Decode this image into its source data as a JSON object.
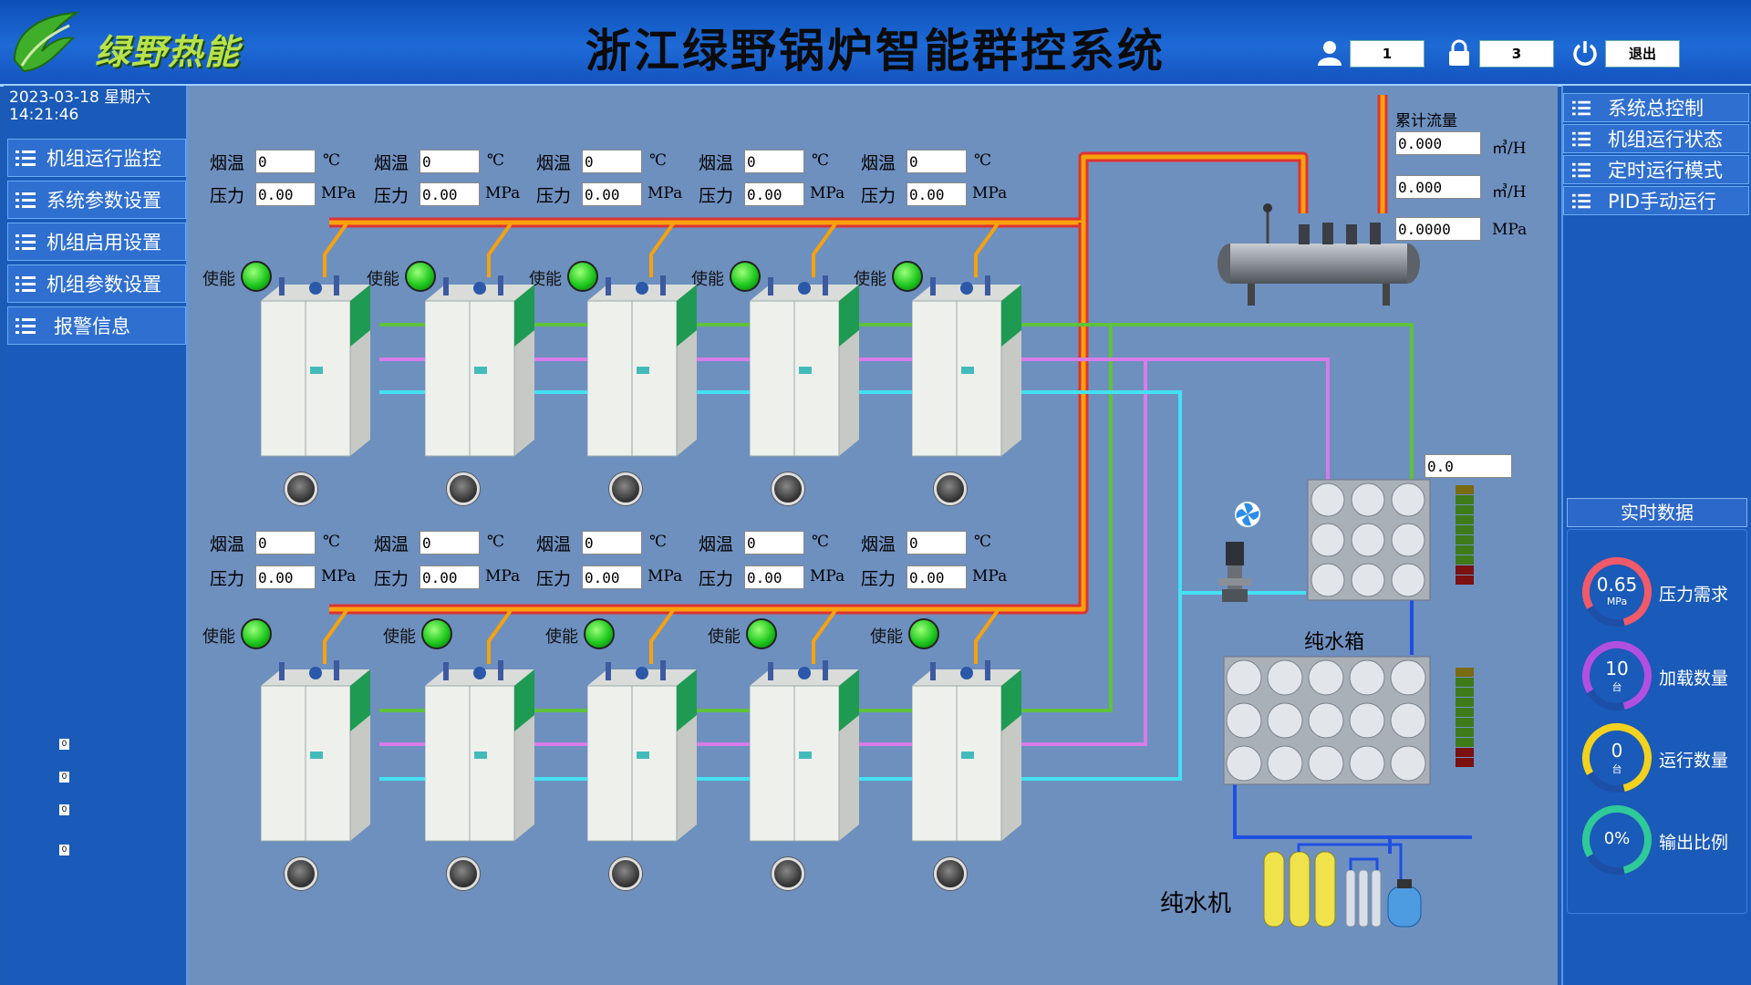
{
  "header": {
    "brand": "绿野热能",
    "title": "浙江绿野锅炉智能群控系统",
    "user_value": "1",
    "lock_value": "3",
    "exit_label": "退出"
  },
  "left": {
    "date": "2023-03-18 星期六",
    "time": "14:21:46",
    "nav": [
      "机组运行监控",
      "系统参数设置",
      "机组启用设置",
      "机组参数设置",
      "报警信息"
    ],
    "zeros": [
      "0",
      "0",
      "0",
      "0"
    ]
  },
  "right": {
    "nav": [
      "系统总控制",
      "机组运行状态",
      "定时运行模式",
      "PID手动运行"
    ],
    "realtime_title": "实时数据",
    "metrics": [
      {
        "value": "0.65",
        "unit": "MPa",
        "label": "压力需求",
        "color": "#f05a6a"
      },
      {
        "value": "10",
        "unit": "台",
        "label": "加载数量",
        "color": "#b14fe0"
      },
      {
        "value": "0",
        "unit": "台",
        "label": "运行数量",
        "color": "#f2d21e"
      },
      {
        "value": "0%",
        "unit": "",
        "label": "输出比例",
        "color": "#2fc99a"
      }
    ]
  },
  "labels": {
    "smoke": "烟温",
    "pressure": "压力",
    "temp_unit": "℃",
    "pressure_unit": "MPa",
    "enable": "使能"
  },
  "row1": [
    {
      "smoke": "0",
      "pressure": "0.00"
    },
    {
      "smoke": "0",
      "pressure": "0.00"
    },
    {
      "smoke": "0",
      "pressure": "0.00"
    },
    {
      "smoke": "0",
      "pressure": "0.00"
    },
    {
      "smoke": "0",
      "pressure": "0.00"
    }
  ],
  "row2": [
    {
      "smoke": "0",
      "pressure": "0.00"
    },
    {
      "smoke": "0",
      "pressure": "0.00"
    },
    {
      "smoke": "0",
      "pressure": "0.00"
    },
    {
      "smoke": "0",
      "pressure": "0.00"
    },
    {
      "smoke": "0",
      "pressure": "0.00"
    }
  ],
  "flow": {
    "label": "累计流量",
    "value1": "0.000",
    "unit1": "㎥/H",
    "value2": "0.000",
    "unit2": "㎥/H",
    "value3": "0.0000",
    "unit3": "MPa"
  },
  "tank": {
    "level_value": "0.0",
    "label": "纯水箱"
  },
  "machine": {
    "label": "纯水机"
  },
  "colors": {
    "steam": "#f7a20c",
    "green_pipe": "#5ec23a",
    "pink_pipe": "#d77ce8",
    "cyan_pipe": "#43e1f2",
    "blue_pipe": "#1f4fe0",
    "led": "#1ec81e"
  }
}
